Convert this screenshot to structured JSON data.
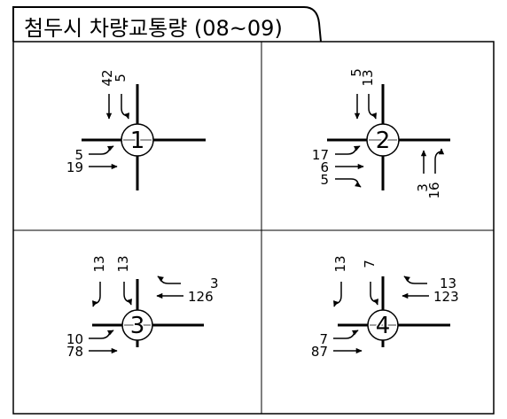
{
  "title": "첨두시 차량교통량 (08~09)",
  "intersections": [
    {
      "id": "1",
      "volumes": {
        "south_through": "42",
        "south_left": "5",
        "west_left": "5",
        "west_through": "19"
      }
    },
    {
      "id": "2",
      "volumes": {
        "south_through": "5",
        "south_left": "13",
        "west_left": "17",
        "west_through": "6",
        "west_right": "5",
        "north_through": "3",
        "north_right": "16"
      }
    },
    {
      "id": "3",
      "volumes": {
        "south_right": "13",
        "south_left": "13",
        "east_left": "3",
        "east_through": "126",
        "west_left": "10",
        "west_through": "78"
      }
    },
    {
      "id": "4",
      "volumes": {
        "south_right": "13",
        "south_left": "7",
        "east_left": "13",
        "east_through": "123",
        "west_left": "7",
        "west_through": "87"
      }
    }
  ]
}
